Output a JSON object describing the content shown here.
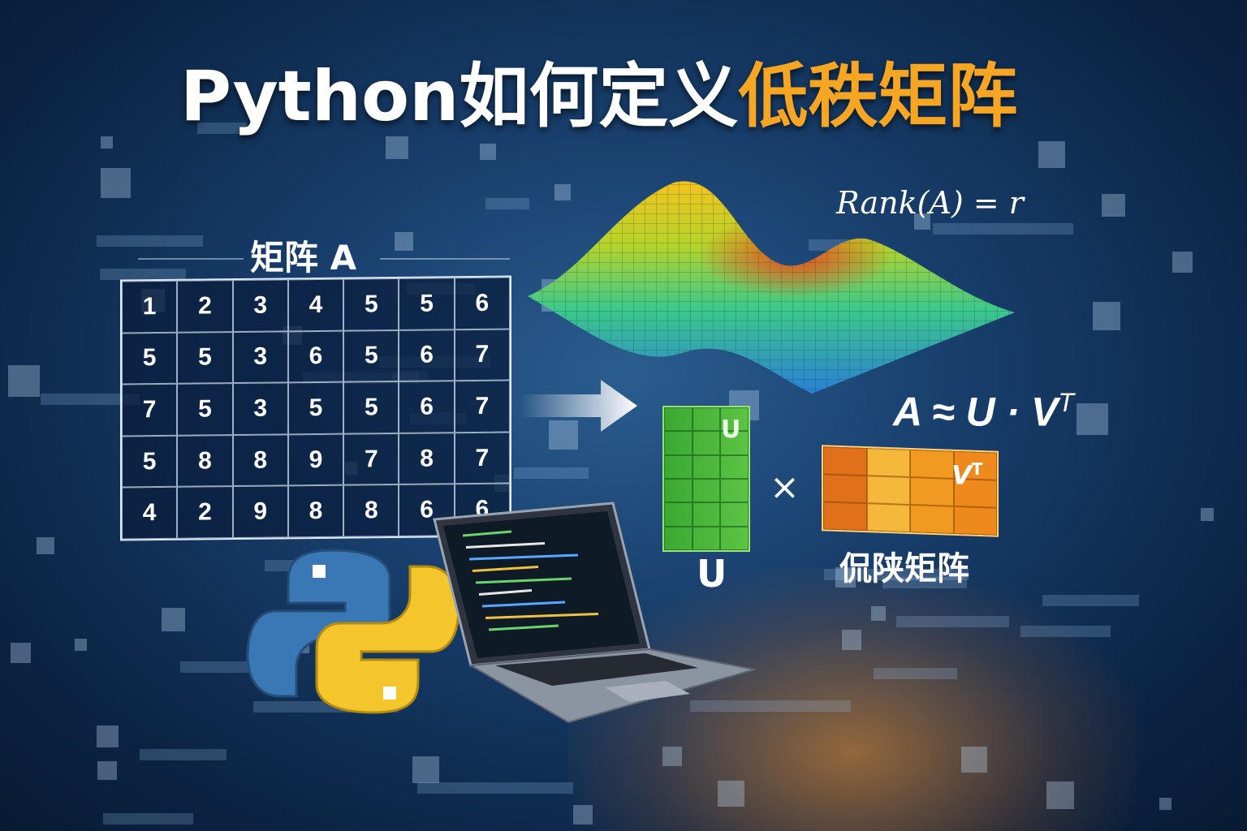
{
  "title": {
    "part1": "Python如何定义",
    "part2": "低秩矩阵"
  },
  "matrix": {
    "label": "矩阵 A",
    "rows": [
      [
        "1",
        "2",
        "3",
        "4",
        "5",
        "5",
        "6"
      ],
      [
        "5",
        "5",
        "3",
        "6",
        "5",
        "6",
        "7"
      ],
      [
        "7",
        "5",
        "3",
        "5",
        "5",
        "6",
        "7"
      ],
      [
        "5",
        "8",
        "8",
        "9",
        "7",
        "8",
        "7"
      ],
      [
        "4",
        "2",
        "9",
        "8",
        "8",
        "6",
        "6"
      ]
    ]
  },
  "rank_formula": "Rank(A) = r",
  "approx_formula": {
    "main": "A ≈ U · V",
    "sup": "T"
  },
  "u_matrix": {
    "tag": "U",
    "label": "U",
    "color": "#4bb83a"
  },
  "times_symbol": "×",
  "vt_matrix": {
    "tag": "V",
    "tag_sup": "T",
    "colors": [
      "#e0701a",
      "#f5b83a",
      "#f09a22",
      "#ee8a1c"
    ]
  },
  "low_rank_label": "侃陕矩阵",
  "accent_color": "#f6a623",
  "icons": [
    "python-logo",
    "laptop-icon",
    "arrow-right-icon",
    "surface-plot"
  ]
}
